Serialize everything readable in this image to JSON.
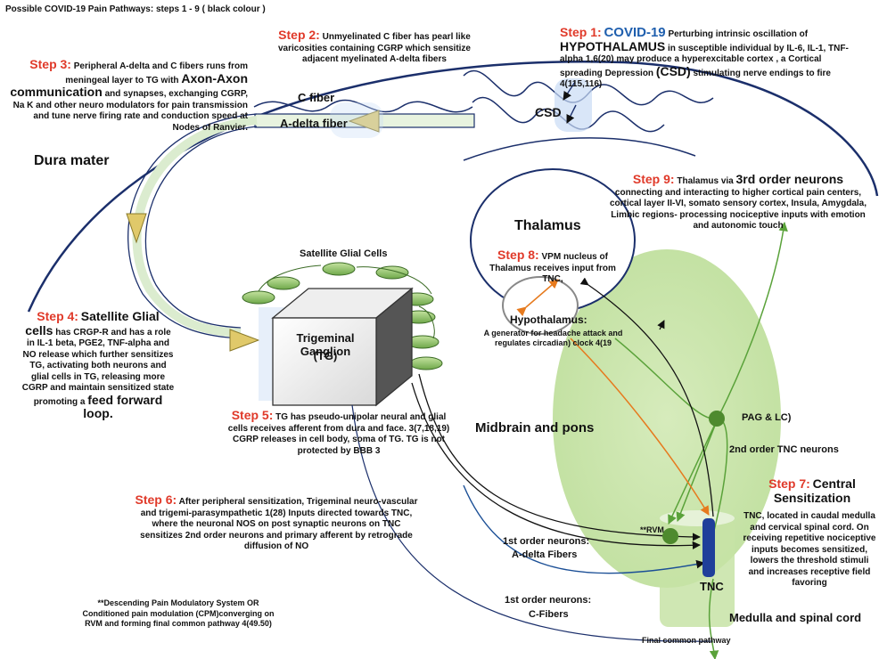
{
  "header": "Possible COVID-19 Pain Pathways:   steps 1 - 9  ( black colour )",
  "labels": {
    "c_fiber": "C fiber",
    "a_delta_fiber": "A-delta fiber",
    "csd": "CSD",
    "dura_mater": "Dura mater",
    "thalamus": "Thalamus",
    "satellite_glial": "Satellite Glial Cells",
    "tg_line1": "Trigeminal Ganglion",
    "tg_line2": "(TG)",
    "hypothalamus": "Hypothalamus:",
    "hypothalamus_desc": "A generator for headache attack and regulates circadian) clock 4(19",
    "midbrain_pons": "Midbrain and pons",
    "pag_lc": "PAG & LC)",
    "second_order": "2nd order TNC neurons",
    "rvm": "**RVM",
    "tnc": "TNC",
    "first_order_a_1": "1st order neurons:",
    "first_order_a_2": "A-delta Fibers",
    "first_order_c_1": "1st order neurons:",
    "first_order_c_2": "C-Fibers",
    "medulla": "Medulla and spinal cord",
    "final_common": "Final common pathway",
    "footnote": "**Descending Pain Modulatory System OR Conditioned pain modulation (CPM)converging on RVM and forming final common pathway 4(49.50)"
  },
  "steps": {
    "s1_title": "Step 1:",
    "s1_covid": "COVID-19",
    "s1_text_a": "Perturbing intrinsic oscillation of",
    "s1_hypo": "HYPOTHALAMUS",
    "s1_text_b": "in susceptible individual by IL-6, IL-1, TNF-alpha  1,6(20) may produce  a hyperexcitable cortex , a Cortical spreading Depression",
    "s1_csd": "(CSD)",
    "s1_text_c": "stimulating nerve endings to fire 4(115,116)",
    "s2_title": "Step 2:",
    "s2_text": "Unmyelinated C fiber has pearl like varicosities containing CGRP which sensitize adjacent myelinated A-delta fibers",
    "s3_title": "Step 3:",
    "s3_text_a": "Peripheral A-delta and C fibers runs from meningeal layer to TG with",
    "s3_axon": "Axon-Axon communication",
    "s3_text_b": "and synapses, exchanging CGRP, Na K and other neuro modulators for pain transmission and tune nerve firing rate and conduction speed at Nodes of Ranvier.",
    "s4_title": "Step 4:",
    "s4_sgc": "Satellite Glial cells",
    "s4_text_a": "has CRGP-R and has a role in IL-1 beta, PGE2, TNF-alpha and NO release which further sensitizes TG, activating both neurons and glial cells in TG, releasing more CGRP and maintain sensitized state promoting a",
    "s4_ffl": "feed forward loop.",
    "s5_title": "Step 5:",
    "s5_text": "TG has pseudo-unipolar neural and glial cells receives afferent from dura and face. 3(7,18,19) CGRP releases in cell body, soma of TG. TG is not protected by BBB 3",
    "s6_title": "Step 6:",
    "s6_text": "After peripheral sensitization, Trigeminal neuro-vascular and trigemi-parasympathetic 1(28) Inputs directed towards TNC, where the neuronal NOS on post synaptic neurons on TNC sensitizes 2nd order neurons and primary  afferent by retrograde diffusion of NO",
    "s7_title": "Step 7:",
    "s7_cs1": "Central",
    "s7_cs2": "Sensitization",
    "s7_text": "TNC, located in caudal medulla and cervical spinal cord. On receiving repetitive nociceptive inputs becomes sensitized, lowers the threshold stimuli and increases receptive field favoring",
    "s8_title": "Step 8:",
    "s8_text": "VPM nucleus of Thalamus receives input from TNC,",
    "s9_title": "Step 9:",
    "s9_text_a": "Thalamus via",
    "s9_third": "3rd order neurons",
    "s9_text_b": "connecting and interacting to higher cortical pain centers, cortical layer II-VI, somato sensory cortex, Insula, Amygdala, Limbic regions- processing nociceptive inputs with emotion and autonomic touch"
  },
  "colors": {
    "step_red": "#e03a2a",
    "covid_blue": "#1f5fae",
    "dura_line": "#1b2f6b",
    "green_region": "#c9e4a9",
    "fiber_green": "#5aa23a",
    "orange_arrow": "#e67a1e",
    "glial_green": "#8fc06a"
  }
}
